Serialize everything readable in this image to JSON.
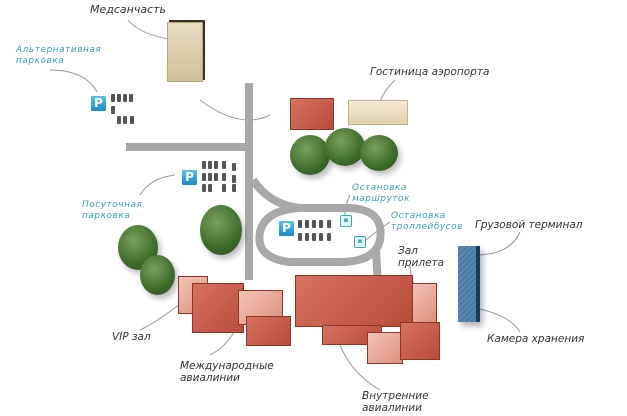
{
  "labels": {
    "medical": "Медсанчасть",
    "alt_parking": [
      "Альтернативная",
      "парковка"
    ],
    "daily_parking": [
      "Посуточная",
      "парковка"
    ],
    "hotel": "Гостиница аэропорта",
    "minibus_stop": [
      "Остановка",
      "маршруток"
    ],
    "trolley_stop": [
      "Остановка",
      "троллейбусов"
    ],
    "cargo": "Грузовой терминал",
    "arrival": [
      "Зал",
      "прилета"
    ],
    "storage": "Камера хранения",
    "vip": "VIP зал",
    "international": [
      "Международные",
      "авиалинии"
    ],
    "domestic": [
      "Внутренние",
      "авиалинии"
    ]
  },
  "parking_symbol": "P",
  "colors": {
    "roof": "#c45a47",
    "road": "#a8a8a8",
    "accent": "#3a9fb0",
    "cargo": "#4a7aa3"
  }
}
